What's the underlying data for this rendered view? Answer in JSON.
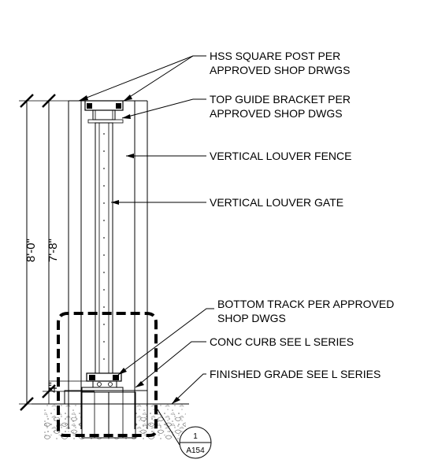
{
  "callouts": {
    "hss_post": [
      "HSS SQUARE POST PER",
      "APPROVED SHOP DRWGS"
    ],
    "top_guide": [
      "TOP GUIDE BRACKET PER",
      "APPROVED SHOP DWGS"
    ],
    "louver_fence": "VERTICAL LOUVER FENCE",
    "louver_gate": "VERTICAL LOUVER GATE",
    "bottom_track": [
      "BOTTOM TRACK PER APPROVED",
      "SHOP DWGS"
    ],
    "conc_curb": "CONC CURB SEE L SERIES",
    "finished_grade": "FINISHED GRADE SEE L SERIES"
  },
  "dimensions": {
    "overall_height": "8'-0\"",
    "gate_height": "7'-8\"",
    "clearance": "4\""
  },
  "detail_tag": {
    "number": "1",
    "sheet": "A154"
  }
}
